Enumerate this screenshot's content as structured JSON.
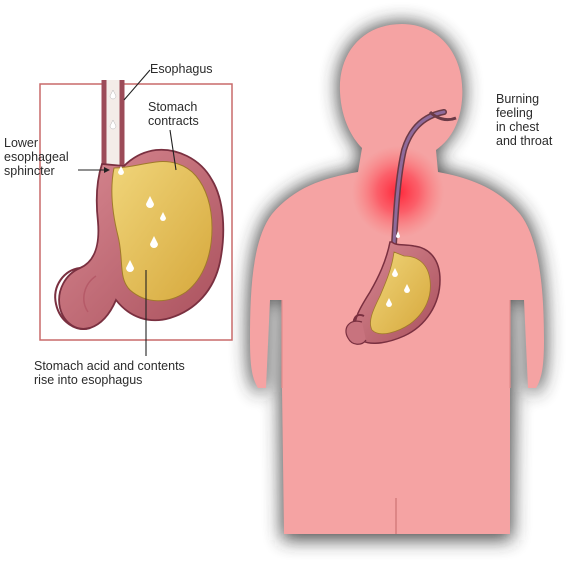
{
  "labels": {
    "esophagus": "Esophagus",
    "stomach_contracts": "Stomach\ncontracts",
    "lower_sphincter": "Lower\nesophageal\nsphincter",
    "acid_rise": "Stomach acid and contents\nrise into esophagus",
    "burning": "Burning\nfeeling\nin chest\nand throat"
  },
  "colors": {
    "body_skin": "#f5a3a3",
    "body_outline": "#3a3a3a",
    "stomach_wall": "#c8737e",
    "stomach_contents": "#e6c35c",
    "inset_border": "#c96a6a",
    "burn_glow": "#ff2a3a",
    "leader_line": "#222222"
  }
}
